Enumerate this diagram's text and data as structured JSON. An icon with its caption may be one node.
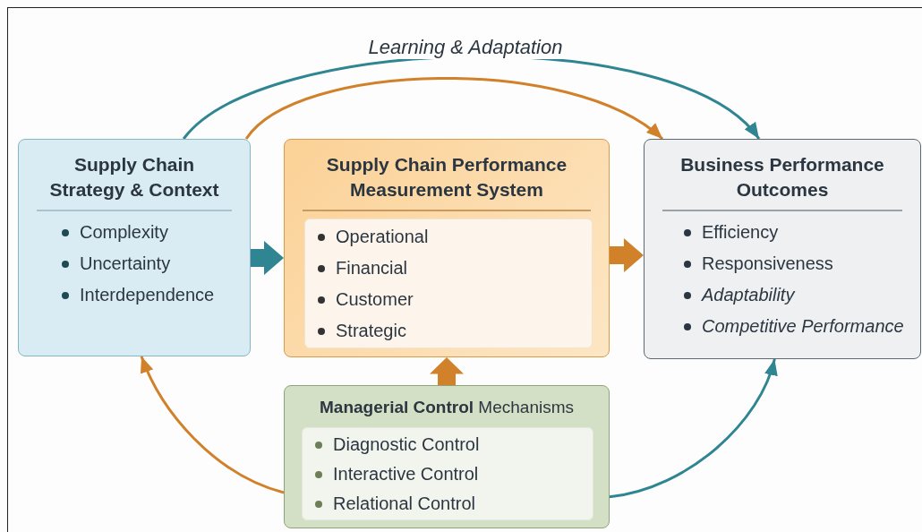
{
  "diagram": {
    "nodes": [
      {
        "text": [
          "Supply Chain Strategy & Context",
          "Complexity",
          "Uncertainty",
          "Interdependence"
        ]
      },
      {
        "text": [
          "Supply Chain Performance Measurement System"
        ]
      },
      {
        "text": [
          "Operational",
          "Financial",
          "Customer",
          "Strategic"
        ],
        "in": 1
      },
      {
        "text": [
          "Business Performance Outcomes",
          "Efficiency",
          "Responsiveness",
          "Adaptability",
          "Competitive Performance"
        ]
      },
      {
        "text": [
          "**Managerial Control** Mechanisms"
        ]
      },
      {
        "text": [
          "Diagnostic Control",
          "Interactive Control",
          "Relational Control"
        ],
        "in": 4
      }
    ],
    "edges": [
      {
        "from": 0,
        "to": 1,
        "arrow": "to",
        "style": "thick",
        "color": "#2f8591"
      },
      {
        "from": 1,
        "to": 3,
        "arrow": "to",
        "style": "thick"
      },
      {
        "from": 4,
        "to": 1,
        "arrow": "to",
        "style": "thick"
      },
      {
        "from": 0,
        "to": 3,
        "arrow": "to",
        "label": "Learning & Adaptation",
        "color": "#2f8591"
      },
      {
        "from": 0,
        "to": 3,
        "arrow": "to",
        "color": "#d0812a"
      },
      {
        "from": 4,
        "to": 0,
        "arrow": "to",
        "color": "#d0812a"
      },
      {
        "from": 4,
        "to": 3,
        "arrow": "to",
        "color": "#2f8591"
      }
    ]
  }
}
